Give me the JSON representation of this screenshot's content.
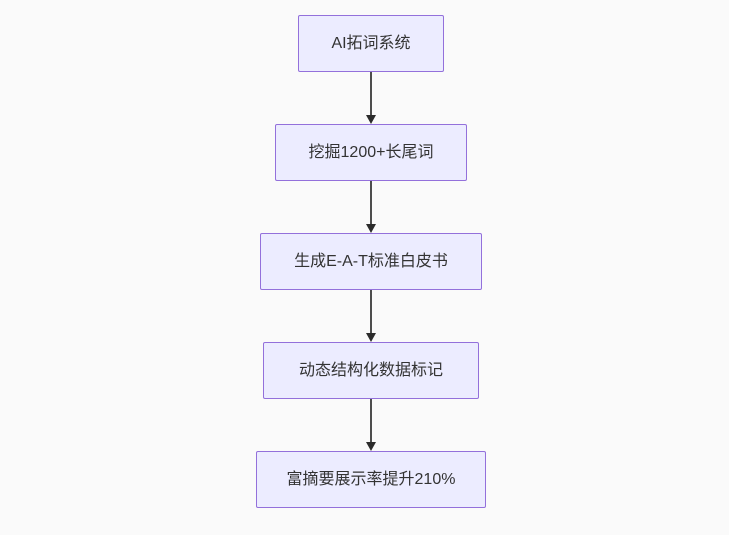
{
  "flowchart": {
    "type": "flowchart-vertical",
    "colors": {
      "background": "#fafafa",
      "node_fill": "#ECECFF",
      "node_border": "#9370DB",
      "node_text": "#333333",
      "edge_line": "#4d4d4d",
      "edge_arrowhead": "#2b2b2b"
    },
    "nodes": [
      {
        "label": "AI拓词系统"
      },
      {
        "label": "挖掘1200+长尾词"
      },
      {
        "label": "生成E-A-T标准白皮书"
      },
      {
        "label": "动态结构化数据标记"
      },
      {
        "label": "富摘要展示率提升210%"
      }
    ],
    "edges": [
      {
        "from": "AI拓词系统",
        "to": "挖掘1200+长尾词"
      },
      {
        "from": "挖掘1200+长尾词",
        "to": "生成E-A-T标准白皮书"
      },
      {
        "from": "生成E-A-T标准白皮书",
        "to": "动态结构化数据标记"
      },
      {
        "from": "动态结构化数据标记",
        "to": "富摘要展示率提升210%"
      }
    ]
  }
}
